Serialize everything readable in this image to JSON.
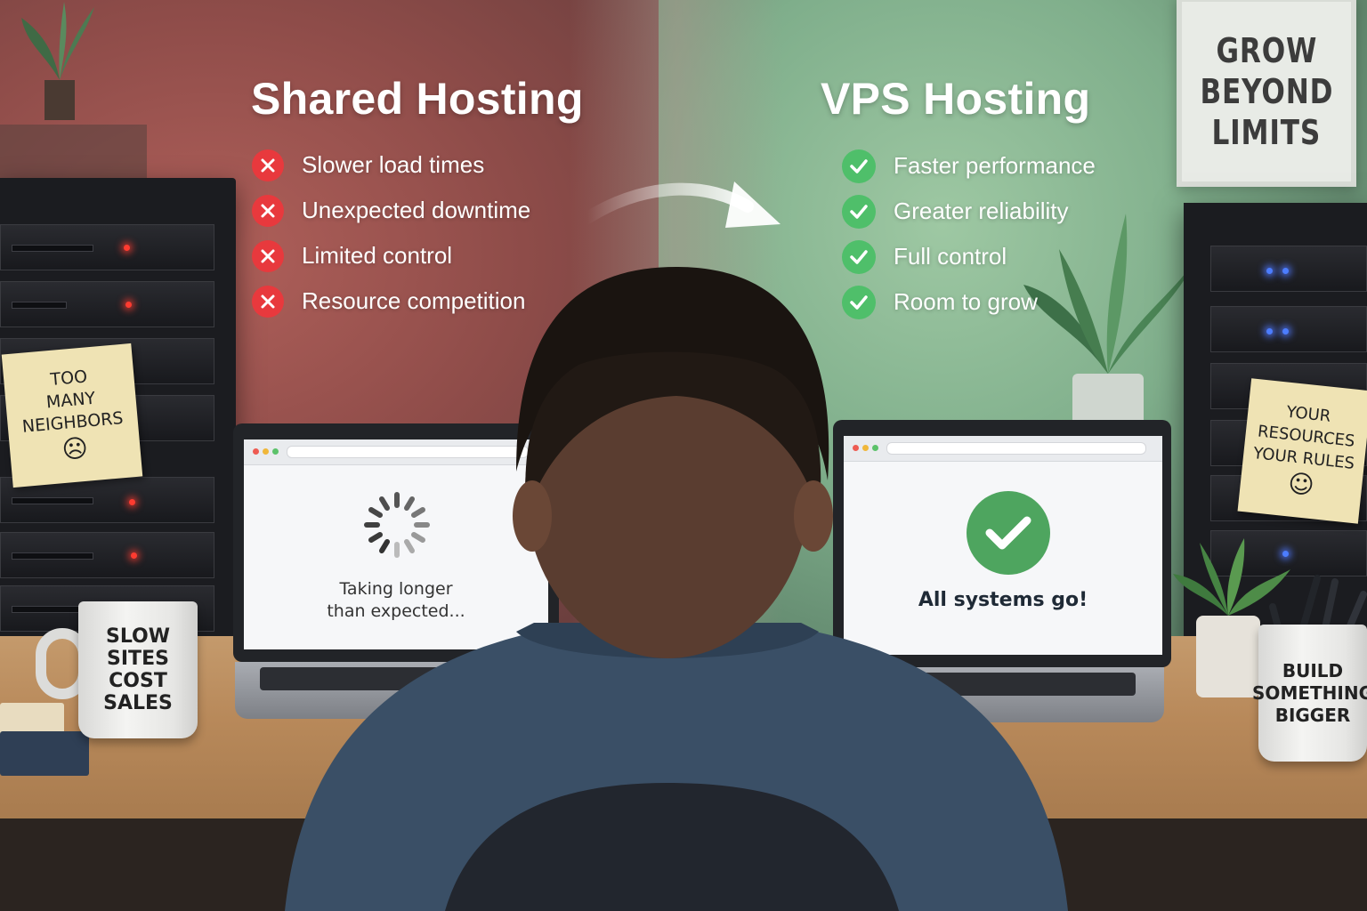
{
  "shared": {
    "title": "Shared Hosting",
    "items": [
      "Slower load times",
      "Unexpected downtime",
      "Limited control",
      "Resource competition"
    ],
    "icon": "x-mark-icon",
    "color": "#e8393d"
  },
  "vps": {
    "title": "VPS Hosting",
    "items": [
      "Faster performance",
      "Greater reliability",
      "Full control",
      "Room to grow"
    ],
    "icon": "check-mark-icon",
    "color": "#4fbf6a"
  },
  "poster": {
    "lines": [
      "GROW",
      "BEYOND",
      "LIMITS"
    ]
  },
  "note_left": {
    "lines": [
      "TOO",
      "MANY",
      "NEIGHBORS"
    ],
    "face": "☹"
  },
  "note_right": {
    "lines": [
      "YOUR",
      "RESOURCES",
      "YOUR RULES"
    ],
    "face": "☺"
  },
  "laptop_left": {
    "status": [
      "Taking longer",
      "than expected..."
    ]
  },
  "laptop_right": {
    "status": "All systems go!"
  },
  "mug_left": {
    "lines": [
      "SLOW",
      "SITES",
      "COST",
      "SALES"
    ]
  },
  "mug_right": {
    "lines": [
      "BUILD",
      "SOMETHING",
      "BIGGER"
    ]
  }
}
